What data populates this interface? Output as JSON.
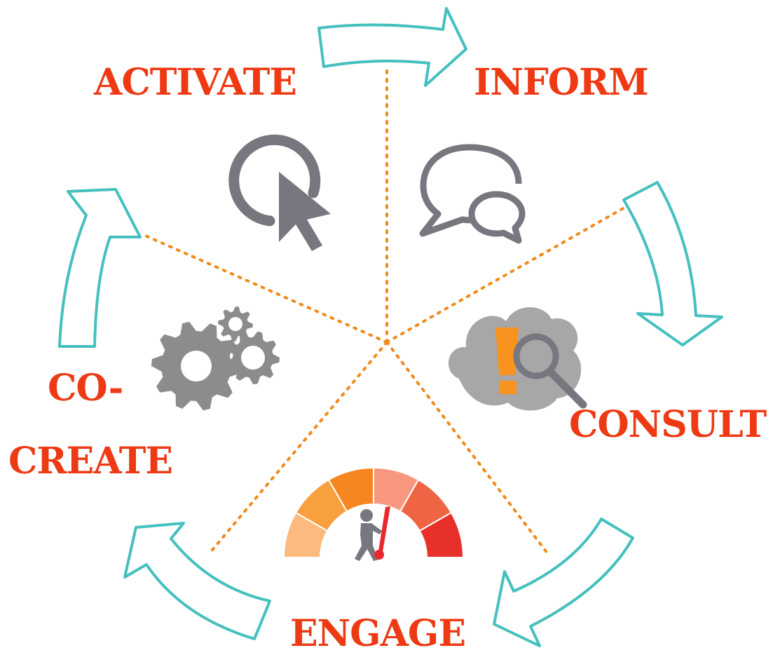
{
  "colors": {
    "label": "#ee3a14",
    "arrow_stroke": "#45c0bf",
    "divider": "#f08a1c",
    "icon_gray": "#77777f",
    "gear_gray": "#8c8c8c",
    "cloud_gray": "#a7a7a7",
    "alert_orange": "#f7931e",
    "needle_red": "#e8282b"
  },
  "stages": {
    "activate": {
      "label": "ACTIVATE",
      "icon": "cursor-click-icon"
    },
    "inform": {
      "label": "INFORM",
      "icon": "speech-bubbles-icon"
    },
    "consult": {
      "label": "CONSULT",
      "icon": "cloud-magnifier-icon"
    },
    "engage": {
      "label": "ENGAGE",
      "icon": "gauge-meter-icon"
    },
    "cocreate": {
      "label_line1": "CO-",
      "label_line2": "CREATE",
      "icon": "gears-icon"
    }
  },
  "gauge_segments": [
    "#fdba7e",
    "#f89f3e",
    "#f6861f",
    "#f79780",
    "#ef6443",
    "#e8302a"
  ]
}
